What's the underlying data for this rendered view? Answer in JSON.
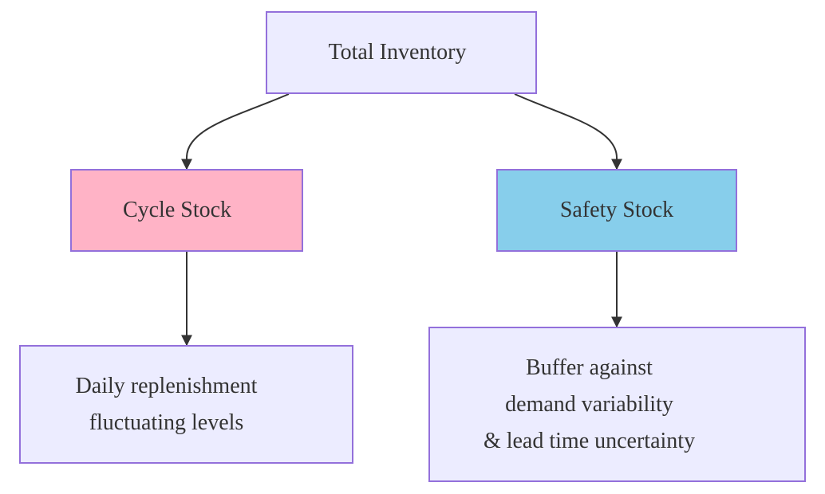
{
  "colors": {
    "default_fill": "#ECECFF",
    "border": "#9370DB",
    "cycle_fill": "#FFB3C6",
    "safety_fill": "#87CEEB",
    "edge": "#333333",
    "text": "#333333"
  },
  "nodes": {
    "total": {
      "label": "Total Inventory"
    },
    "cycle": {
      "label": "Cycle Stock"
    },
    "safety": {
      "label": "Safety Stock"
    },
    "daily": {
      "lines": [
        "Daily replenishment",
        "fluctuating levels"
      ]
    },
    "buffer": {
      "lines": [
        "Buffer against",
        "demand variability",
        "& lead time uncertainty"
      ]
    }
  },
  "edges": [
    {
      "from": "total",
      "to": "cycle"
    },
    {
      "from": "total",
      "to": "safety"
    },
    {
      "from": "cycle",
      "to": "daily"
    },
    {
      "from": "safety",
      "to": "buffer"
    }
  ]
}
